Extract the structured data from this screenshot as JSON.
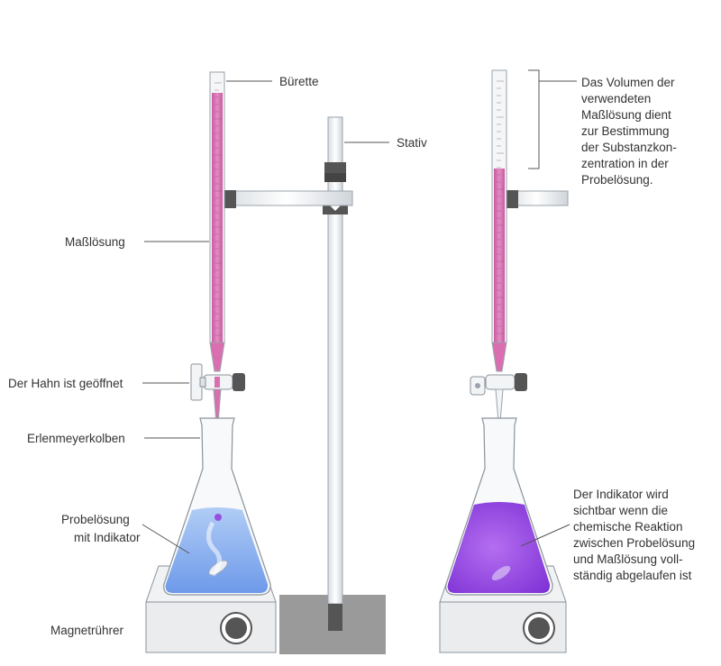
{
  "labels": {
    "burette": "Bürette",
    "stand": "Stativ",
    "titrant": "Maßlösung",
    "valve": "Der Hahn ist geöffnet",
    "flask": "Erlenmeyerkolben",
    "sample_line1": "Probelösung",
    "sample_line2": "mit Indikator",
    "stirrer": "Magnetrührer"
  },
  "volume_note": [
    "Das Volumen der",
    "verwendeten",
    "Maßlösung dient",
    "zur Bestimmung",
    "der Substanzkon-",
    "zentration in der",
    "Probelösung."
  ],
  "indicator_note": [
    "Der Indikator wird",
    "sichtbar wenn die",
    "chemische Reaktion",
    "zwischen Probelösung",
    "und Maßlösung voll-",
    "ständig abgelaufen ist"
  ],
  "colors": {
    "titrant": "#d96fb0",
    "sample_solution": "#8fb8f0",
    "endpoint_solution": "#9a4ee0",
    "clamp": "#555555",
    "base": "#9a9a9a",
    "leader_line": "#555555"
  }
}
